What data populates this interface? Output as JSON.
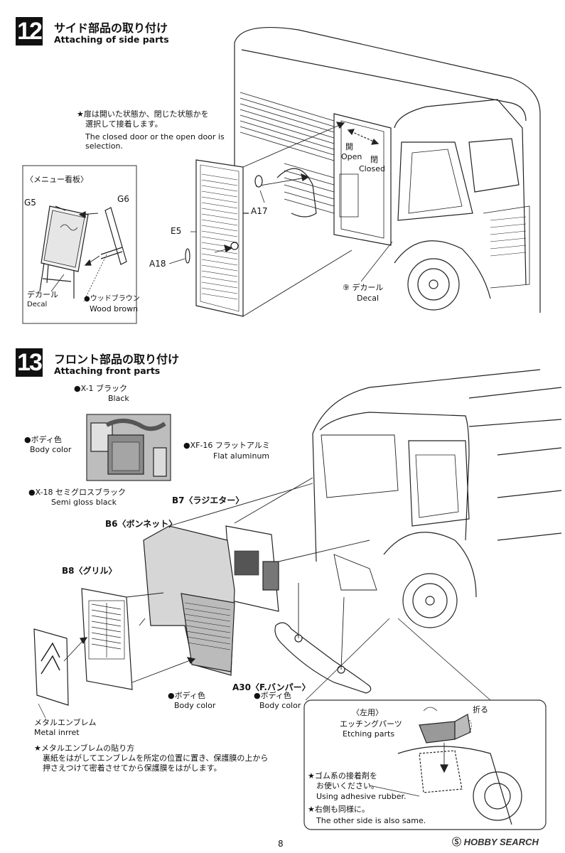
{
  "page_number": "8",
  "watermark": "HOBBY SEARCH",
  "step12": {
    "number": "12",
    "title_jp": "サイド部品の取り付け",
    "title_en": "Attaching of side parts",
    "note_jp_1": "★扉は開いた状態か、閉じた状態かを",
    "note_jp_2": "選択して接着します。",
    "note_en_1": "The closed door or the open door is",
    "note_en_2": "selection.",
    "open_jp": "開",
    "open_en": "Open",
    "closed_jp": "閉",
    "closed_en": "Closed",
    "parts": {
      "e5": "E5",
      "a17": "A17",
      "a18": "A18"
    },
    "decal_num": "⑨ デカール",
    "decal_en": "Decal",
    "inset": {
      "title": "〈メニュー看板〉",
      "g5": "G5",
      "g6": "G6",
      "decal_jp": "デカール",
      "decal_en": "Decal",
      "wood_jp": "●ウッドブラウン",
      "wood_en": "Wood brown"
    }
  },
  "step13": {
    "number": "13",
    "title_jp": "フロント部品の取り付け",
    "title_en": "Attaching front parts",
    "colors": {
      "x1_jp": "●X-1 ブラック",
      "x1_en": "Black",
      "body_jp": "●ボディ色",
      "body_en": "Body color",
      "xf16_jp": "●XF-16 フラットアルミ",
      "xf16_en": "Flat aluminum",
      "x18_jp": "●X-18 セミグロスブラック",
      "x18_en": "Semi gloss black"
    },
    "parts": {
      "b7": "B7〈ラジエター〉",
      "b6": "B6〈ボンネット〉",
      "b8": "B8〈グリル〉",
      "a30": "A30〈F.バンパー〉"
    },
    "body_color_b6_jp": "●ボディ色",
    "body_color_b6_en": "Body color",
    "body_color_a30_jp": "●ボディ色",
    "body_color_a30_en": "Body color",
    "emblem_jp": "メタルエンブレム",
    "emblem_en": "Metal inrret",
    "emblem_note_1": "★メタルエンブレムの貼り方",
    "emblem_note_2": "裏紙をはがしてエンブレムを所定の位置に置き、保護膜の上から",
    "emblem_note_3": "押さえつけて密着させてから保護膜をはがします。",
    "detail": {
      "left_use": "〈左用〉",
      "fold": "折る",
      "etching_jp": "エッチングパーツ",
      "etching_en": "Etching parts",
      "rubber_jp_1": "★ゴム系の接着剤を",
      "rubber_jp_2": "お使いください。",
      "rubber_en": "Using adhesive rubber.",
      "other_jp": "★右側も同様に。",
      "other_en": "The other side is also same."
    }
  }
}
